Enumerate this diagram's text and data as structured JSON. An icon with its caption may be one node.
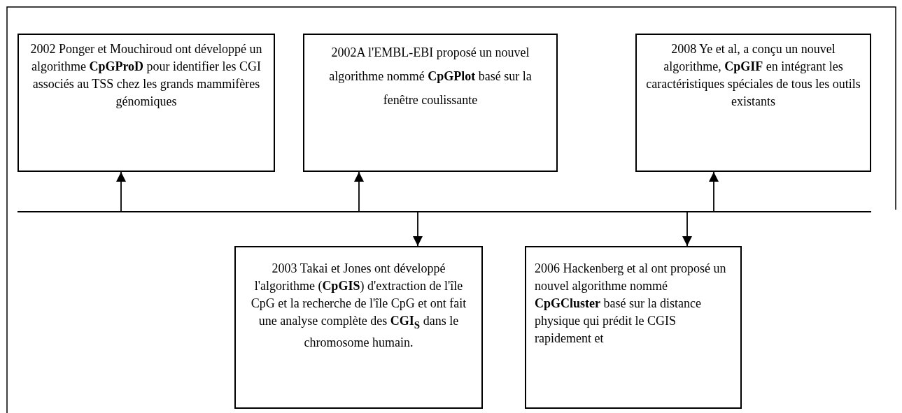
{
  "diagram": {
    "nodes": [
      {
        "text": [
          "2002 Ponger et Mouchiroud ont développé un algorithme **CpGProD** pour identifier les CGI associés au TSS chez les grands mammifères génomiques"
        ]
      },
      {
        "text": [
          "2002A l'EMBL-EBI proposé un nouvel algorithme nommé **CpGPlot** basé sur la fenêtre coulissante"
        ]
      },
      {
        "text": [
          "2008 Ye et al, a conçu un nouvel algorithme, **CpGIF** en intégrant les caractéristiques spéciales de tous les outils existants"
        ]
      },
      {
        "text": [],
        "shape": "bar"
      },
      {
        "text": [
          "2003 Takai et Jones ont développé l'algorithme (**CpGIS**) d'extraction de l'île CpG et la recherche de l'île CpG et ont fait une analyse complète des **CGI**$_{S}$ dans le chromosome humain."
        ]
      },
      {
        "text": [
          "2006 Hackenberg et al ont proposé un nouvel algorithme nommé **CpGCluster** basé sur la distance physique qui prédit le CGIS rapidement et"
        ]
      }
    ],
    "edges": [
      {
        "from": 3,
        "to": 0,
        "arrow": "to"
      },
      {
        "from": 3,
        "to": 1,
        "arrow": "to"
      },
      {
        "from": 3,
        "to": 4,
        "arrow": "to"
      },
      {
        "from": 3,
        "to": 5,
        "arrow": "to"
      },
      {
        "from": 3,
        "to": 2,
        "arrow": "to"
      }
    ]
  }
}
